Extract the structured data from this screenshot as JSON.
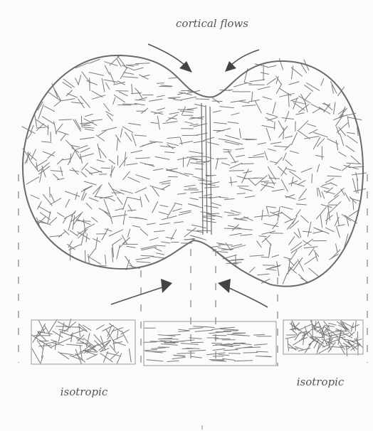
{
  "labels": {
    "top": "cortical flows",
    "left_bottom": "isotropic",
    "right_bottom": "isotropic"
  },
  "colors": {
    "ink": "#6b6b6b",
    "dark_ink": "#555555",
    "paper": "#ffffff"
  }
}
